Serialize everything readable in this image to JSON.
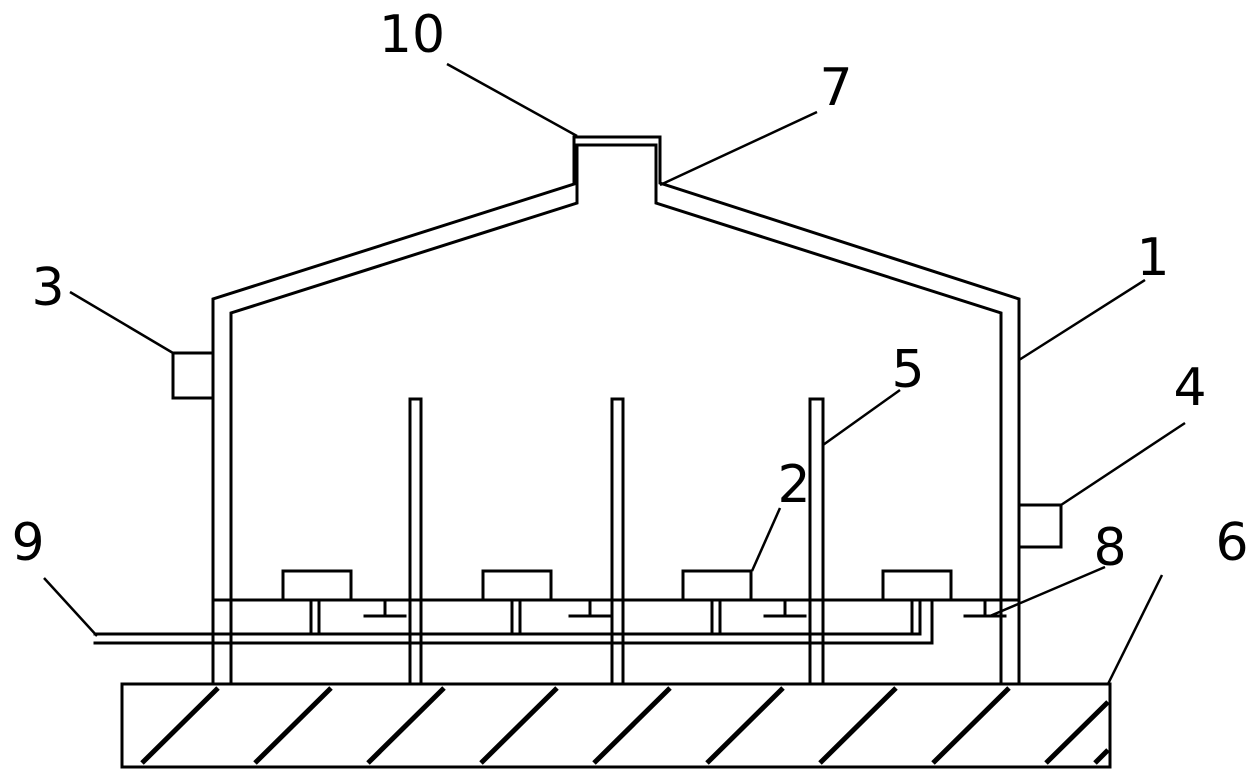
{
  "diagram": {
    "labels": {
      "housing": "1",
      "tray": "2",
      "inlet_box": "3",
      "outlet_box": "4",
      "partition": "5",
      "base": "6",
      "top_outlet": "7",
      "nozzle": "8",
      "feed_pipe": "9",
      "cap": "10"
    }
  }
}
